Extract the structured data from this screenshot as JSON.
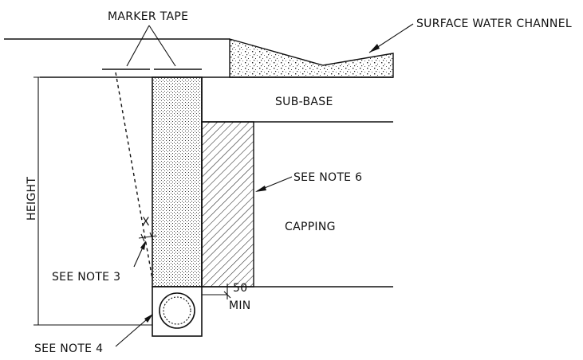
{
  "labels": {
    "marker_tape": "MARKER TAPE",
    "surface_water_channel": "SURFACE WATER CHANNEL",
    "sub_base": "SUB-BASE",
    "see_note_6": "SEE NOTE 6",
    "capping": "CAPPING",
    "height": "HEIGHT",
    "crossing_mark": "X",
    "see_note_3": "SEE NOTE 3",
    "dim_value": "50",
    "dim_min": "MIN",
    "see_note_4": "SEE NOTE 4"
  }
}
